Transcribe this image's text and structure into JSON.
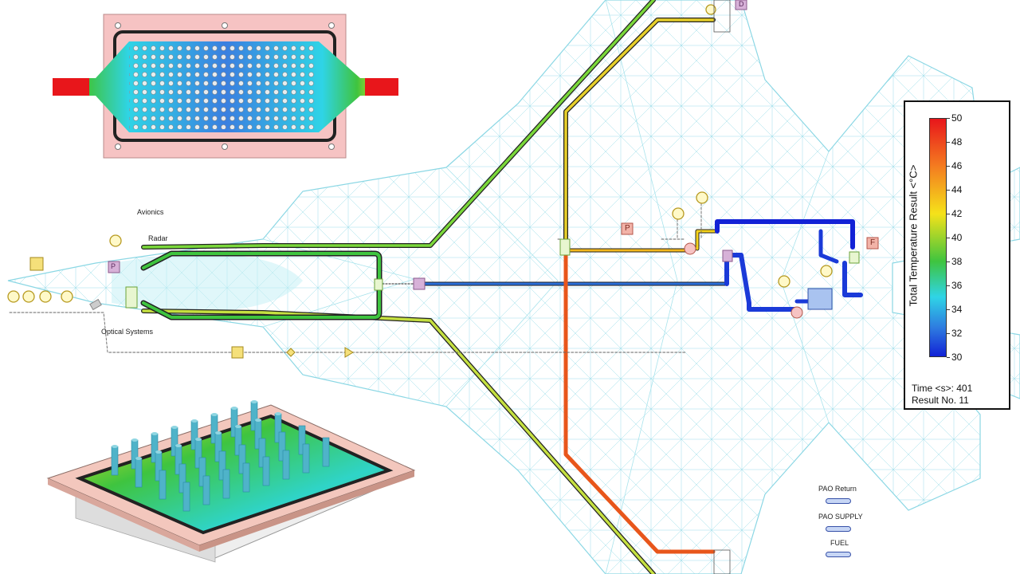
{
  "labels": {
    "avionics": "Avionics",
    "radar": "Radar",
    "optical": "Optical Systems"
  },
  "component_tags": {
    "pump_p": "P",
    "fuel_f": "F",
    "avionics_p": "P",
    "top_d": "D"
  },
  "colorbar": {
    "title": "Total Temperature Result <°C>",
    "ticks": [
      "50",
      "48",
      "46",
      "44",
      "42",
      "40",
      "38",
      "36",
      "34",
      "32",
      "30"
    ],
    "range": [
      30,
      50
    ],
    "colors": {
      "max": "#e8161b",
      "high": "#f47c20",
      "mid_high": "#f5e21a",
      "mid": "#3fc43f",
      "mid_low": "#2fd4e6",
      "low": "#2e7be0",
      "min": "#1222d6"
    },
    "time_label": "Time <s>: 401",
    "result_label": "Result No. 11"
  },
  "legend": {
    "pao_return": "PAO Return",
    "pao_supply": "PAO SUPPLY",
    "fuel": "FUEL"
  }
}
